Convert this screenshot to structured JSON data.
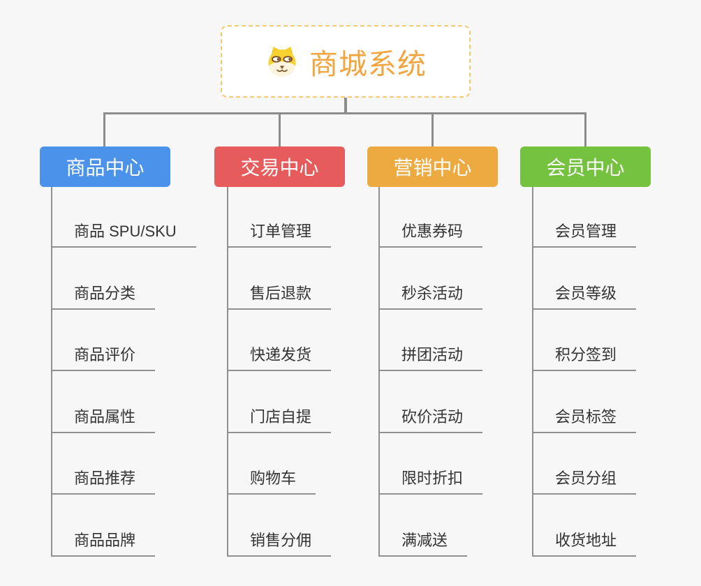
{
  "root": {
    "title": "商城系统",
    "title_color": "#F2A53E",
    "border_color": "#F5C876",
    "icon": "dog-face-icon"
  },
  "branches": [
    {
      "label": "商品中心",
      "color": "#4B92EA",
      "children": [
        "商品 SPU/SKU",
        "商品分类",
        "商品评价",
        "商品属性",
        "商品推荐",
        "商品品牌"
      ]
    },
    {
      "label": "交易中心",
      "color": "#E65C5C",
      "children": [
        "订单管理",
        "售后退款",
        "快递发货",
        "门店自提",
        "购物车",
        "销售分佣"
      ]
    },
    {
      "label": "营销中心",
      "color": "#ECAA41",
      "children": [
        "优惠券码",
        "秒杀活动",
        "拼团活动",
        "砍价活动",
        "限时折扣",
        "满减送"
      ]
    },
    {
      "label": "会员中心",
      "color": "#74C23F",
      "children": [
        "会员管理",
        "会员等级",
        "积分签到",
        "会员标签",
        "会员分组",
        "收货地址"
      ]
    }
  ],
  "connector_color": "#8C8C8C",
  "child_text_color": "#333333",
  "background_color": "#F7F7F7"
}
